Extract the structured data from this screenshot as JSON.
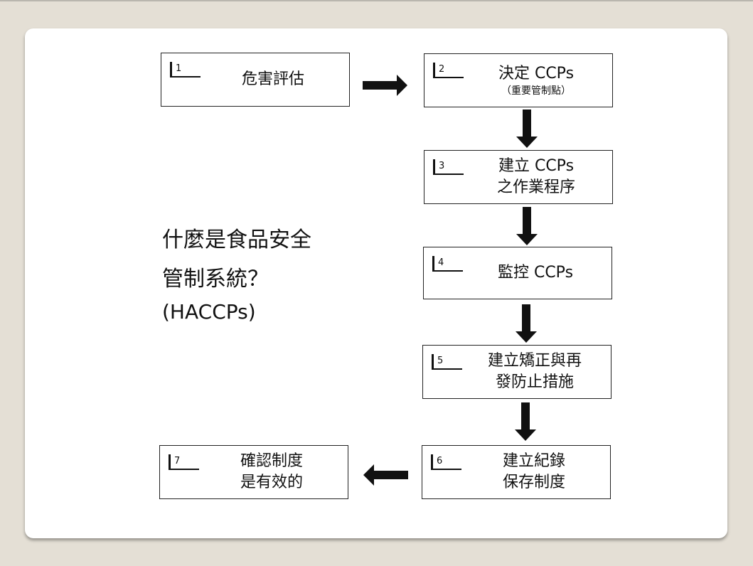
{
  "side_title": {
    "line1": "什麼是食品安全",
    "line2": "管制系統？",
    "line3": "(HACCPs)"
  },
  "steps": [
    {
      "num": "1",
      "line1": "危害評估"
    },
    {
      "num": "2",
      "line1": "決定 CCPs",
      "sub": "（重要管制點）"
    },
    {
      "num": "3",
      "line1": "建立 CCPs",
      "line2": "之作業程序"
    },
    {
      "num": "4",
      "line1": "監控 CCPs"
    },
    {
      "num": "5",
      "line1": "建立矯正與再",
      "line2": "發防止措施"
    },
    {
      "num": "6",
      "line1": "建立紀錄",
      "line2": "保存制度"
    },
    {
      "num": "7",
      "line1": "確認制度",
      "line2": "是有效的"
    }
  ]
}
